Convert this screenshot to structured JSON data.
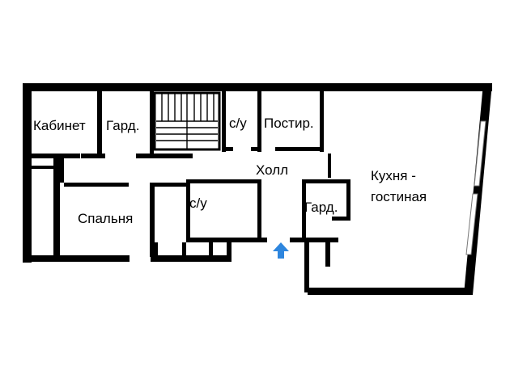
{
  "floorplan": {
    "rooms": {
      "cabinet": "Кабинет",
      "wardrobe_top": "Гард.",
      "bathroom_top": "с/у",
      "laundry": "Постир.",
      "hall": "Холл",
      "kitchen_line1": "Кухня -",
      "kitchen_line2": "гостиная",
      "bedroom": "Спальня",
      "bathroom_mid": "с/у",
      "wardrobe_mid": "Гард."
    },
    "colors": {
      "wall": "#000000",
      "entry_arrow": "#2e86de",
      "background": "#ffffff"
    },
    "entry_icon": "up-arrow-icon"
  }
}
